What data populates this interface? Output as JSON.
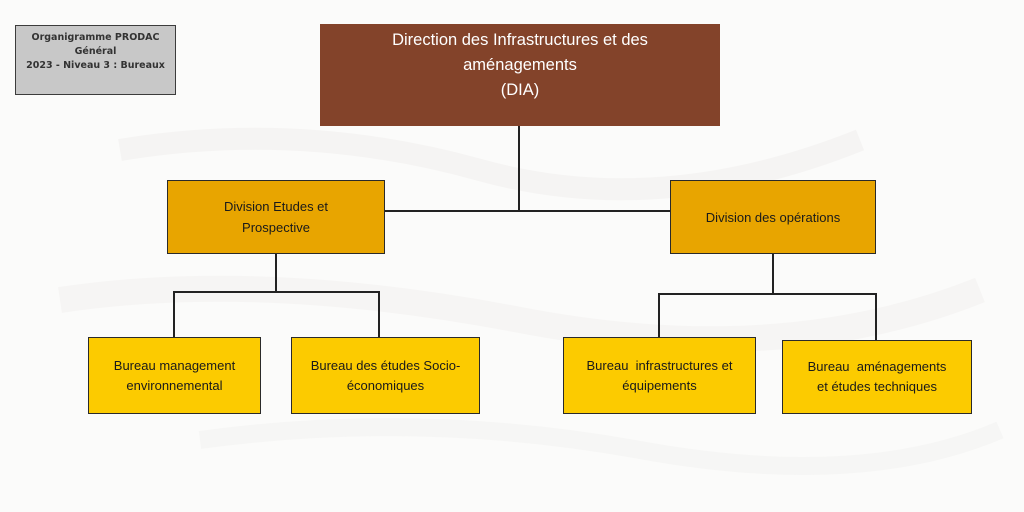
{
  "header_label": {
    "line1": "Organigramme PRODAC",
    "line2": "Général",
    "line3": "2023 - Niveau 3 : Bureaux"
  },
  "direction": {
    "line1": "Direction des Infrastructures et des",
    "line2": "aménagements",
    "line3": "(DIA)"
  },
  "divisions": [
    {
      "line1": "Division Etudes et",
      "line2": "Prospective"
    },
    {
      "line1": "Division des opérations"
    }
  ],
  "bureaux": [
    {
      "line1": "Bureau management",
      "line2": "environnemental"
    },
    {
      "line1": "Bureau des études Socio-",
      "line2": "économiques"
    },
    {
      "line1": "Bureau  infrastructures et",
      "line2": "équipements"
    },
    {
      "line1": "Bureau  aménagements",
      "line2": "et études techniques"
    }
  ],
  "colors": {
    "direction": "#83432a",
    "division": "#e8a500",
    "bureau": "#fccb00",
    "label": "#c8c8c8",
    "connector": "#222222"
  }
}
